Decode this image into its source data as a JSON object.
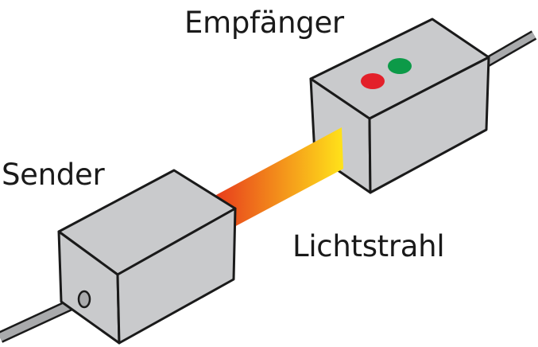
{
  "labels": {
    "receiver": "Empfänger",
    "sender": "Sender",
    "beam": "Lichtstrahl"
  },
  "colors": {
    "box_face": "#c9cacc",
    "outline": "#1a1a1a",
    "cable": "#a9aaac",
    "beam_start": "#e8401c",
    "beam_end": "#ffe31a",
    "led_red": "#e3202a",
    "led_green": "#0c9a48"
  },
  "icons": {
    "indicator_1": "red-led",
    "indicator_2": "green-led"
  }
}
